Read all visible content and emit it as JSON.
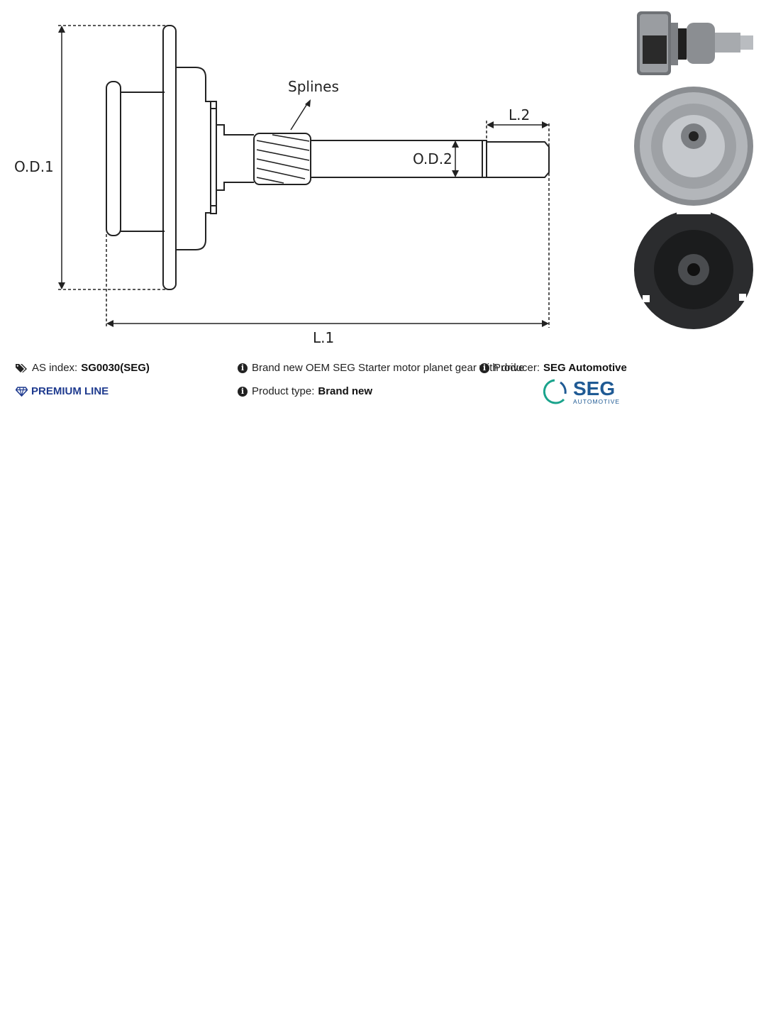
{
  "diagram": {
    "labels": {
      "od1": "O.D.1",
      "od2": "O.D.2",
      "l1": "L.1",
      "l2": "L.2",
      "splines": "Splines"
    }
  },
  "product": {
    "as_index_label": "AS index:",
    "as_index_value": "SG0030(SEG)",
    "premium_line": "PREMIUM LINE",
    "description": "Brand new OEM SEG Starter motor planet gear with drive",
    "type_label": "Product type:",
    "type_value": "Brand new",
    "producer_label": "Producer:",
    "producer_value": "SEG Automotive"
  },
  "logo": {
    "name": "SEG",
    "sub": "AUTOMOTIVE",
    "colors": {
      "brand": "#1f5a94",
      "accent": "#1aa38c"
    }
  },
  "icons": {
    "tags": "tags-icon",
    "info": "info-icon",
    "diamond": "diamond-icon"
  },
  "colors": {
    "premium": "#1f3b8f",
    "text": "#222222"
  }
}
